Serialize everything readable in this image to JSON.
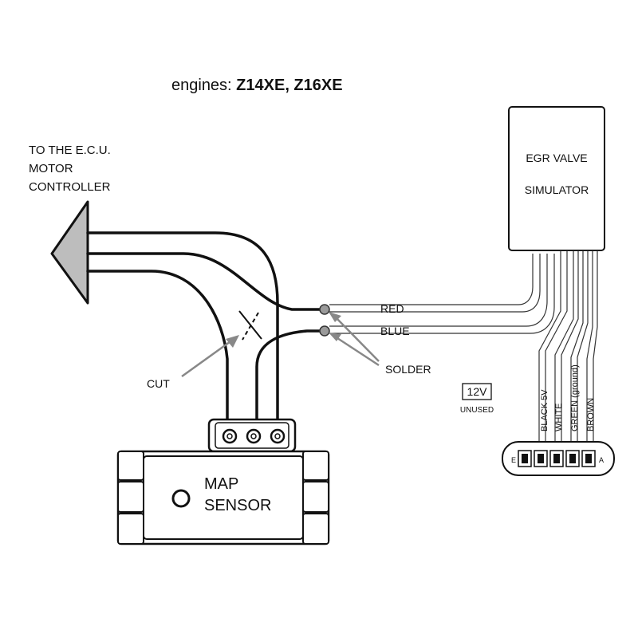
{
  "title": {
    "prefix": "engines: ",
    "models": "Z14XE, Z16XE"
  },
  "ecu_label": {
    "line1": "TO THE E.C.U.",
    "line2": "MOTOR",
    "line3": "CONTROLLER"
  },
  "egr": {
    "line1": "EGR VALVE",
    "line2": "SIMULATOR"
  },
  "wires": {
    "red": "RED",
    "blue": "BLUE"
  },
  "annotations": {
    "cut": "CUT",
    "solder": "SOLDER"
  },
  "map_sensor": {
    "line1": "MAP",
    "line2": "SENSOR"
  },
  "connector": {
    "voltage": "12V",
    "unused": "UNUSED",
    "pin_left": "E",
    "pin_right": "A",
    "wire_labels": [
      "BLACK 5V",
      "WHITE",
      "GREEN (ground)",
      "BROWN"
    ]
  }
}
